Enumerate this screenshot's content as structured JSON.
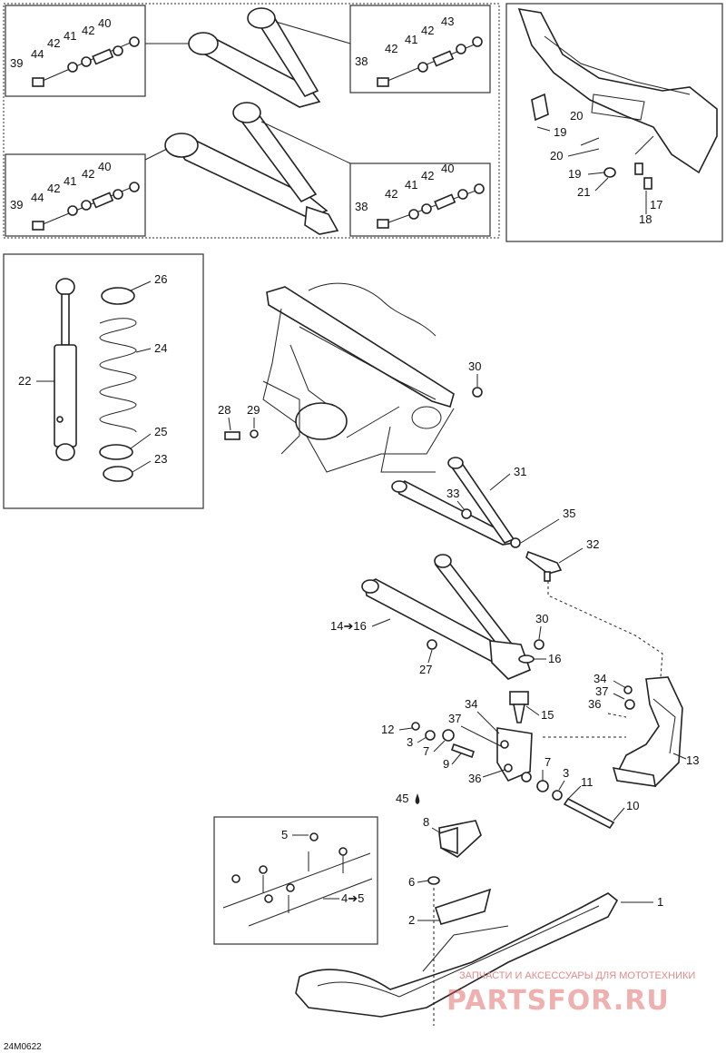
{
  "diagram_code": "24M0622",
  "watermark": {
    "line1": "ЗАПЧАСТИ И АКСЕССУАРЫ ДЛЯ МОТОТЕХНИКИ",
    "line2": "PARTSFOR.RU"
  },
  "labels": {
    "n1": "1",
    "n2": "2",
    "n3": "3",
    "n3b": "3",
    "n4_5": "4➔5",
    "n5": "5",
    "n6": "6",
    "n7": "7",
    "n7b": "7",
    "n8": "8",
    "n9": "9",
    "n10": "10",
    "n11": "11",
    "n12": "12",
    "n13": "13",
    "n14_16": "14➔16",
    "n15": "15",
    "n16": "16",
    "n17": "17",
    "n18": "18",
    "n19a": "19",
    "n19b": "19",
    "n20a": "20",
    "n20b": "20",
    "n21": "21",
    "n22": "22",
    "n23": "23",
    "n24": "24",
    "n25": "25",
    "n26": "26",
    "n27": "27",
    "n28": "28",
    "n29": "29",
    "n30a": "30",
    "n30b": "30",
    "n31": "31",
    "n32": "32",
    "n33": "33",
    "n34a": "34",
    "n34b": "34",
    "n35": "35",
    "n36a": "36",
    "n36b": "36",
    "n37a": "37",
    "n37b": "37",
    "n45": "45",
    "b1_39": "39",
    "b1_44": "44",
    "b1_42a": "42",
    "b1_41": "41",
    "b1_42b": "42",
    "b1_40": "40",
    "b2_38": "38",
    "b2_42a": "42",
    "b2_41": "41",
    "b2_42b": "42",
    "b2_43": "43",
    "b3_39": "39",
    "b3_44": "44",
    "b3_42a": "42",
    "b3_41": "41",
    "b3_42b": "42",
    "b3_40": "40",
    "b4_38": "38",
    "b4_42a": "42",
    "b4_41": "41",
    "b4_42b": "42",
    "b4_40": "40"
  }
}
